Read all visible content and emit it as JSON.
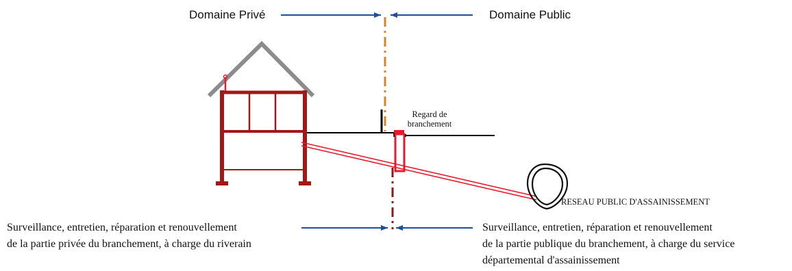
{
  "domains": {
    "private": "Domaine Privé",
    "public": "Domaine Public"
  },
  "labels": {
    "regard_line1": "Regard de",
    "regard_line2": "branchement",
    "reseau": "RESEAU PUBLIC D'ASSAINISSEMENT"
  },
  "descriptions": {
    "private": [
      "Surveillance, entretien, réparation et renouvellement",
      "de la partie privée du branchement, à charge du riverain"
    ],
    "public": [
      "Surveillance, entretien, réparation et renouvellement",
      "de la partie publique du branchement, à charge du service",
      "départemental d'assainissement"
    ]
  },
  "colors": {
    "arrow": "#1f4e9c",
    "boundary_top": "#d9822b",
    "boundary_bottom": "#8b1a1a",
    "house": "#a01818",
    "roof": "#8c8c8c",
    "pipe": "#e8192c",
    "ground": "#000000"
  }
}
